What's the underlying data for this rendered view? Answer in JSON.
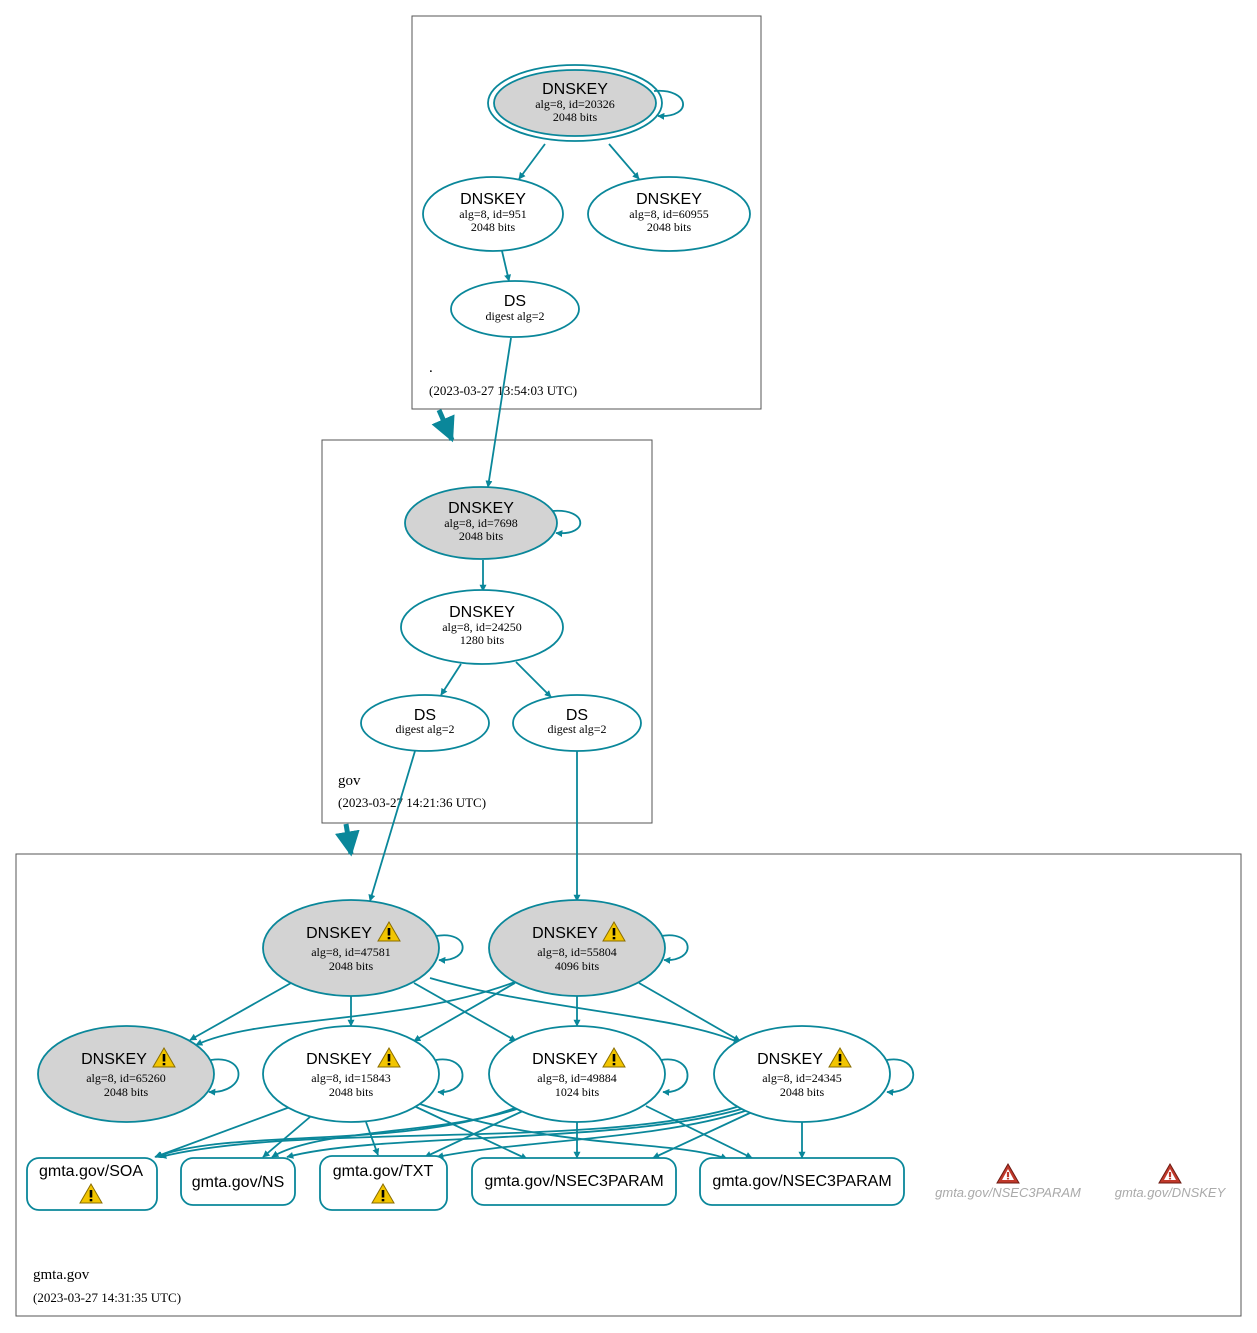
{
  "zones": {
    "root": {
      "name": ".",
      "timestamp": "(2023-03-27 13:54:03 UTC)"
    },
    "gov": {
      "name": "gov",
      "timestamp": "(2023-03-27 14:21:36 UTC)"
    },
    "gmta": {
      "name": "gmta.gov",
      "timestamp": "(2023-03-27 14:31:35 UTC)"
    }
  },
  "nodes": {
    "root_ksk": {
      "title": "DNSKEY",
      "line1": "alg=8, id=20326",
      "line2": "2048 bits"
    },
    "root_zsk1": {
      "title": "DNSKEY",
      "line1": "alg=8, id=951",
      "line2": "2048 bits"
    },
    "root_zsk2": {
      "title": "DNSKEY",
      "line1": "alg=8, id=60955",
      "line2": "2048 bits"
    },
    "root_ds": {
      "title": "DS",
      "line1": "digest alg=2"
    },
    "gov_ksk": {
      "title": "DNSKEY",
      "line1": "alg=8, id=7698",
      "line2": "2048 bits"
    },
    "gov_zsk": {
      "title": "DNSKEY",
      "line1": "alg=8, id=24250",
      "line2": "1280 bits"
    },
    "gov_ds1": {
      "title": "DS",
      "line1": "digest alg=2"
    },
    "gov_ds2": {
      "title": "DS",
      "line1": "digest alg=2"
    },
    "gmta_k47581": {
      "title": "DNSKEY",
      "line1": "alg=8, id=47581",
      "line2": "2048 bits"
    },
    "gmta_k55804": {
      "title": "DNSKEY",
      "line1": "alg=8, id=55804",
      "line2": "4096 bits"
    },
    "gmta_k65260": {
      "title": "DNSKEY",
      "line1": "alg=8, id=65260",
      "line2": "2048 bits"
    },
    "gmta_k15843": {
      "title": "DNSKEY",
      "line1": "alg=8, id=15843",
      "line2": "2048 bits"
    },
    "gmta_k49884": {
      "title": "DNSKEY",
      "line1": "alg=8, id=49884",
      "line2": "1024 bits"
    },
    "gmta_k24345": {
      "title": "DNSKEY",
      "line1": "alg=8, id=24345",
      "line2": "2048 bits"
    }
  },
  "rrsets": {
    "soa": "gmta.gov/SOA",
    "ns": "gmta.gov/NS",
    "txt": "gmta.gov/TXT",
    "nsec3param1": "gmta.gov/NSEC3PARAM",
    "nsec3param2": "gmta.gov/NSEC3PARAM"
  },
  "missing": {
    "nsec3param": "gmta.gov/NSEC3PARAM",
    "dnskey": "gmta.gov/DNSKEY"
  },
  "colors": {
    "edge": "#0a879a",
    "key_fill": "#d3d3d3",
    "zone_border": "#555555",
    "warning": "#f2c500",
    "error": "#c0392b"
  },
  "icons": {
    "warning": "warning-icon",
    "error": "error-icon"
  }
}
